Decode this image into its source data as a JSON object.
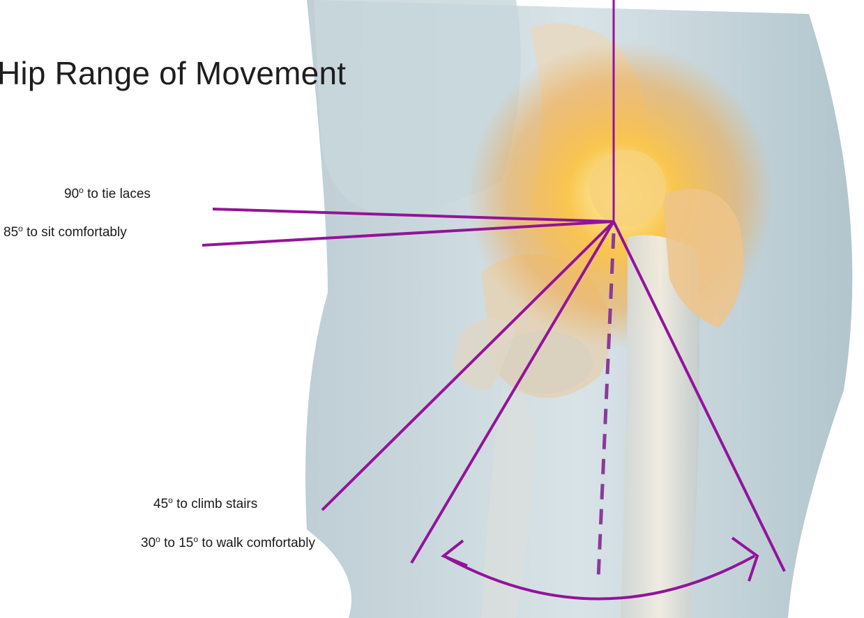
{
  "title": "Hip Range of Movement",
  "annotations": [
    {
      "id": "flex90",
      "degrees": "90",
      "text": " to tie laces"
    },
    {
      "id": "flex85",
      "degrees": "85",
      "text": " to sit comfortably"
    },
    {
      "id": "flex45",
      "degrees": "45",
      "text": " to climb stairs"
    },
    {
      "id": "walk",
      "degrees_a": "30",
      "mid": " to 15",
      "text": " to walk comfortably"
    }
  ],
  "degree_symbol": "o",
  "colors": {
    "line": "#93139a",
    "dashed_line": "#8a3a9a",
    "skin": "#c9d6dc",
    "bone": "#e8d3b5",
    "joint_glow": "#f6b23a"
  }
}
